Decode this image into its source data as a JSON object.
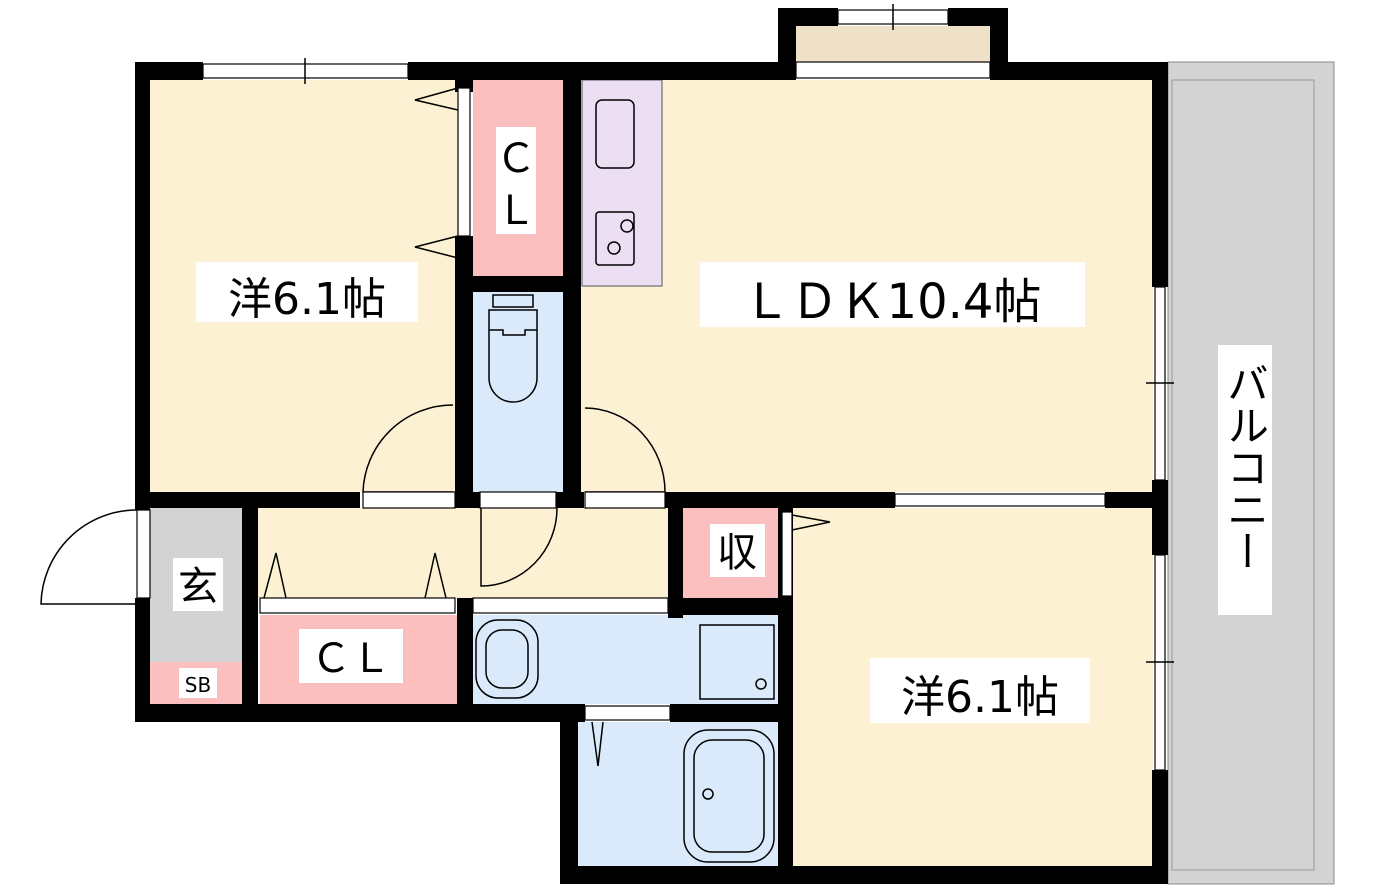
{
  "rooms": {
    "western_room_1": "洋6.1帖",
    "ldk": "ＬＤＫ10.4帖",
    "western_room_2": "洋6.1帖",
    "closet_top_c": "Ｃ",
    "closet_top_l": "Ｌ",
    "closet_bottom": "ＣＬ",
    "storage": "収",
    "entrance": "玄",
    "shoe_box": "SB",
    "balcony": "バルコニー"
  },
  "colors": {
    "room": "#fdf1d3",
    "closet": "#fbbfbf",
    "wet": "#dbeafb",
    "kitchen": "#ecdff4",
    "entrance": "#d3d3d3",
    "balcony": "#d3d3d3",
    "bay": "#efe0c8"
  }
}
